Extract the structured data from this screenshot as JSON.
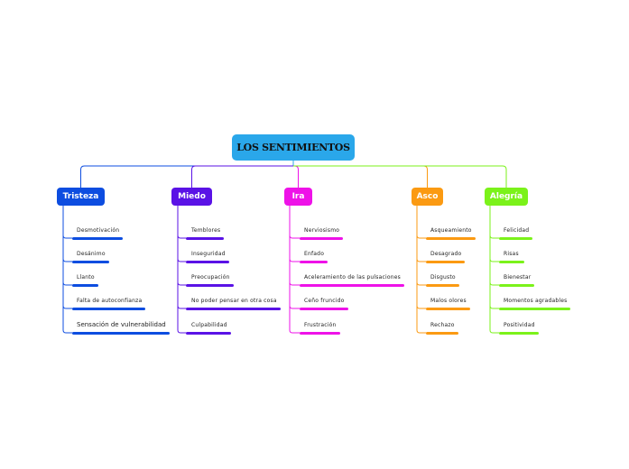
{
  "root": {
    "label": "LOS SENTIMIENTOS",
    "color": "#2aa7ea"
  },
  "branches": [
    {
      "label": "Tristeza",
      "color": "#0d4de0",
      "leaves": [
        "Desmotivación",
        "Desánimo",
        "Llanto",
        "Falta de autoconfianza",
        "Sensación de vulnerabilidad"
      ]
    },
    {
      "label": "Miedo",
      "color": "#5a12e6",
      "leaves": [
        "Temblores",
        "Inseguridad",
        "Preocupación",
        "No poder pensar en otra cosa",
        "Culpabilidad"
      ]
    },
    {
      "label": "Ira",
      "color": "#ee12e8",
      "leaves": [
        "Nerviosismo",
        "Enfado",
        "Aceleramiento de las pulsaciones",
        "Ceño fruncido",
        "Frustración"
      ]
    },
    {
      "label": "Asco",
      "color": "#fb9a12",
      "leaves": [
        "Asqueamiento",
        "Desagrado",
        "Disgusto",
        "Malos olores",
        "Rechazo"
      ]
    },
    {
      "label": "Alegría",
      "color": "#7bf21a",
      "leaves": [
        "Felicidad",
        "Risas",
        "Bienestar",
        "Momentos agradables",
        "Positividad"
      ]
    }
  ]
}
